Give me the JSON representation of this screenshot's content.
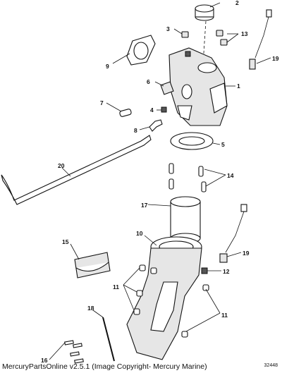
{
  "callouts": {
    "c1": "1",
    "c2": "2",
    "c3": "3",
    "c4": "4",
    "c5": "5",
    "c6": "6",
    "c7": "7",
    "c8": "8",
    "c9": "9",
    "c10": "10",
    "c11a": "11",
    "c11b": "11",
    "c12": "12",
    "c13": "13",
    "c14": "14",
    "c15": "15",
    "c16": "16",
    "c17": "17",
    "c18": "18",
    "c19a": "19",
    "c19b": "19",
    "c20": "20"
  },
  "footer": {
    "credit": "MercuryPartsOnline v2.5.1 (Image Copyright- Mercury Marine)",
    "drawing_number": "32448"
  }
}
